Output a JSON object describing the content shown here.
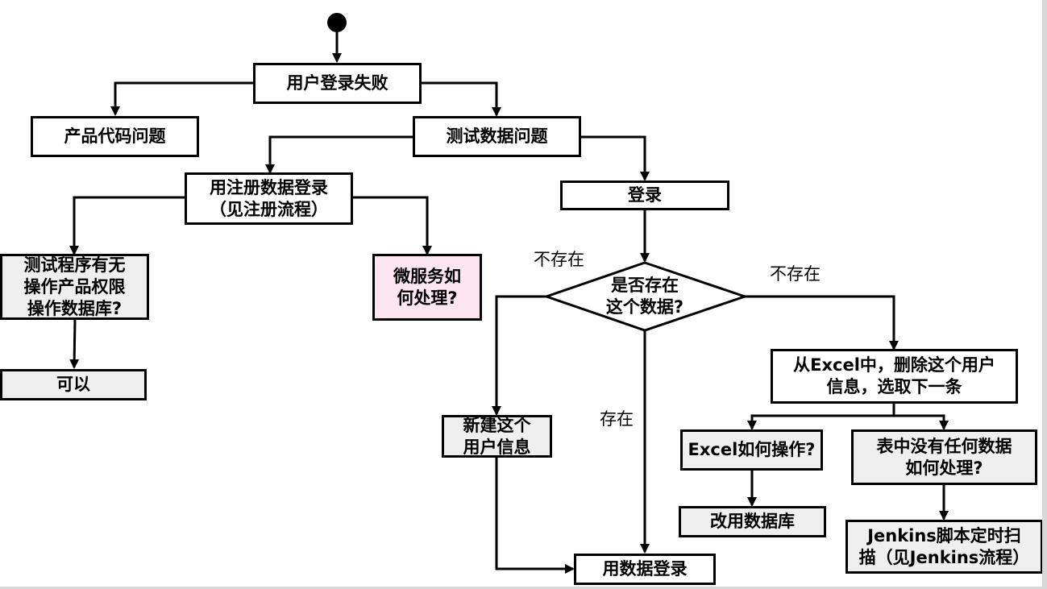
{
  "nodes": {
    "login_fail": "用户登录失败",
    "product_code": "产品代码问题",
    "test_data": "测试数据问题",
    "reg_login": "用注册数据登录\n（见注册流程）",
    "login": "登录",
    "perm_check": "测试程序有无\n操作产品权限\n操作数据库?",
    "can": "可以",
    "microservice": "微服务如\n何处理?",
    "exists_q": "是否存在\n这个数据?",
    "excel_delete": "从Excel中，删除这个用户\n信息，选取下一条",
    "new_user": "新建这个\n用户信息",
    "excel_how": "Excel如何操作?",
    "no_data": "表中没有任何数据\n如何处理?",
    "use_db": "改用数据库",
    "jenkins": "Jenkins脚本定时扫\n描（见Jenkins流程）",
    "use_data_login": "用数据登录"
  },
  "labels": {
    "not_exist_left": "不存在",
    "not_exist_right": "不存在",
    "exist": "存在"
  },
  "colors": {
    "line": "#000000",
    "gray_fill": "#efefef",
    "pink_fill": "#fde6f2"
  }
}
